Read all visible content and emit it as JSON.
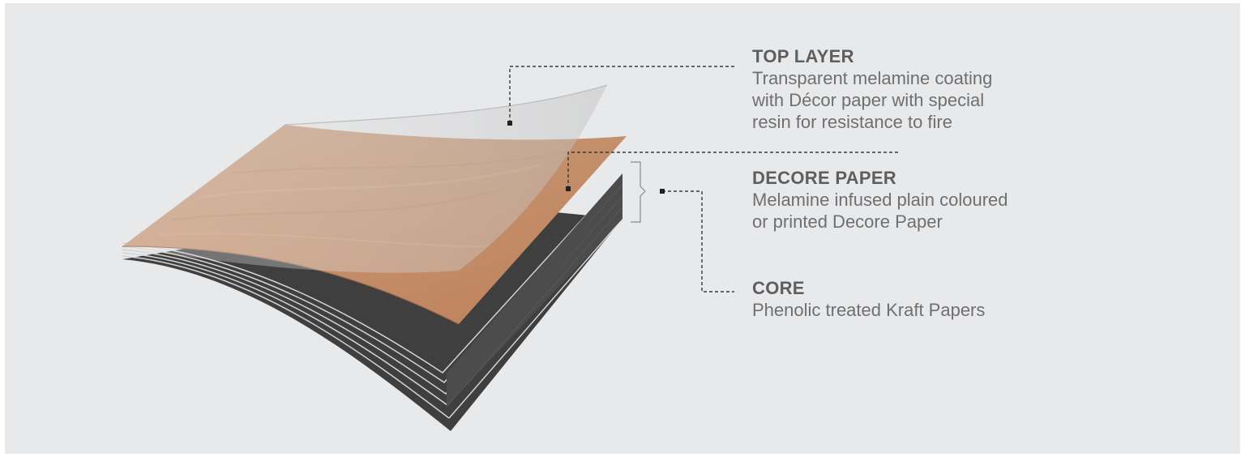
{
  "layers": [
    {
      "id": "top-layer",
      "title": "TOP LAYER",
      "lines": [
        "Transparent melamine coating",
        "with Décor paper with special",
        "resin for resistance to fire"
      ]
    },
    {
      "id": "decore-paper",
      "title": "DECORE PAPER",
      "lines": [
        "Melamine infused plain coloured",
        "or printed Decore Paper"
      ]
    },
    {
      "id": "core",
      "title": "CORE",
      "lines": [
        "Phenolic treated Kraft Papers"
      ]
    }
  ],
  "colors": {
    "background": "#e8e9eb",
    "wood": "#c48a67",
    "core": "#4a4a4a",
    "overlay": "#c9c9c9",
    "leader": "#3a3a3a",
    "text": "#6f6f6f"
  }
}
